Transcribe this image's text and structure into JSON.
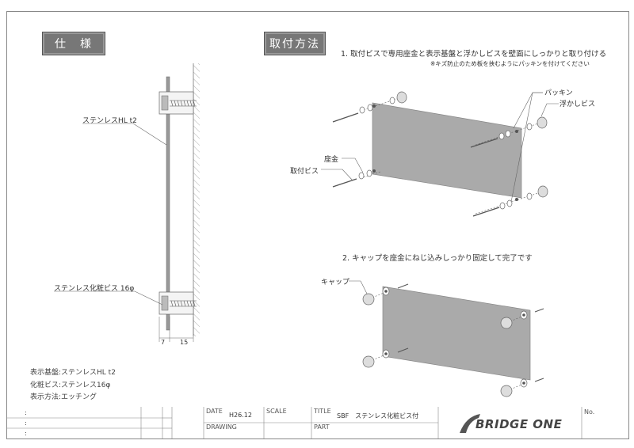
{
  "spec_header": "仕　様",
  "method_header": "取付方法",
  "step1": {
    "text": "1. 取付ビスで専用座金と表示基盤と浮かしビスを壁面にしっかりと取り付ける",
    "note": "※キズ防止のため板を挟むようにパッキンを付けてください"
  },
  "step2": "2. キャップを座金にねじ込みしっかり固定して完了です",
  "side_labels": {
    "panel": "ステンレスHL t2",
    "screw": "ステンレス化粧ビス 16φ",
    "dim_left": "7",
    "dim_right": "15"
  },
  "diagram_labels": {
    "packing": "パッキン",
    "float_screw": "浮かしビス",
    "washer": "座金",
    "mount_screw": "取付ビス",
    "cap": "キャップ"
  },
  "specs": [
    "表示基盤:ステンレスHL t2",
    "化粧ビス:ステンレス16φ",
    "表示方法:エッチング"
  ],
  "title_block": {
    "row_marks": [
      ":",
      ":",
      ":"
    ],
    "date_label": "DATE",
    "date_value": "H26.12",
    "scale_label": "SCALE",
    "title_label": "TITLE",
    "title_value": "SBF　ステンレス化粧ビス付",
    "drawing_label": "DRAWING",
    "part_label": "PART",
    "no_label": "No.",
    "logo_text": "BRIDGE ONE"
  }
}
